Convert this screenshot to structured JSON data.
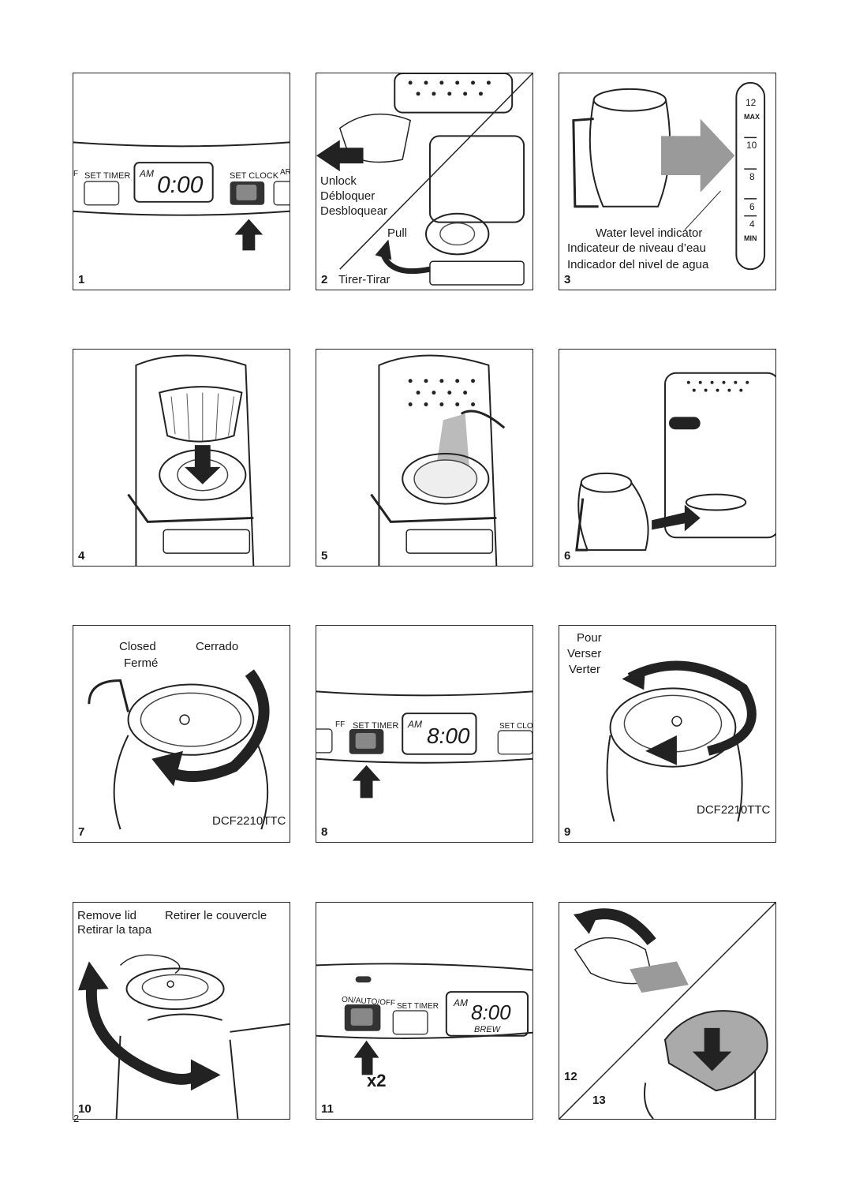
{
  "page_number": "2",
  "panels": [
    {
      "num": "1",
      "display": {
        "am": "AM",
        "time": "0:00",
        "left_btn": "SET TIMER",
        "right_btn": "SET CLOCK",
        "edge_left": "F",
        "edge_right": "AR"
      }
    },
    {
      "num": "2",
      "unlock": [
        "Unlock",
        "Débloquer",
        "Desbloquear"
      ],
      "pull": "Pull",
      "pull2": "Tirer-Tirar"
    },
    {
      "num": "3",
      "water": [
        "Water level indicator",
        "Indicateur de niveau d’eau",
        "Indicador del nivel de agua"
      ],
      "scale": [
        "12",
        "MAX",
        "10",
        "8",
        "6",
        "4",
        "MIN"
      ]
    },
    {
      "num": "4"
    },
    {
      "num": "5"
    },
    {
      "num": "6"
    },
    {
      "num": "7",
      "closed": "Closed",
      "cerrado": "Cerrado",
      "ferme": "Fermé",
      "model": "DCF2210TTC"
    },
    {
      "num": "8",
      "display": {
        "am": "AM",
        "time": "8:00",
        "left_btn": "SET TIMER",
        "right_btn": "SET CLOCK",
        "edge_left": "FF"
      }
    },
    {
      "num": "9",
      "pour": [
        "Pour",
        "Verser",
        "Verter"
      ],
      "model": "DCF2210TTC"
    },
    {
      "num": "10",
      "remove": "Remove lid",
      "retirer": "Retirer le couvercle",
      "retirar": "Retirar  la tapa"
    },
    {
      "num": "11",
      "display": {
        "am": "AM",
        "time": "8:00",
        "brew": "BREW",
        "left_btn": "ON/AUTO/OFF",
        "right_btn": "SET TIMER"
      },
      "times": "x2"
    },
    {
      "num": "12",
      "num2": "13"
    }
  ],
  "colors": {
    "line": "#1a1a1a",
    "grey_arrow": "#9a9a9a",
    "button_glow": "#555555"
  }
}
